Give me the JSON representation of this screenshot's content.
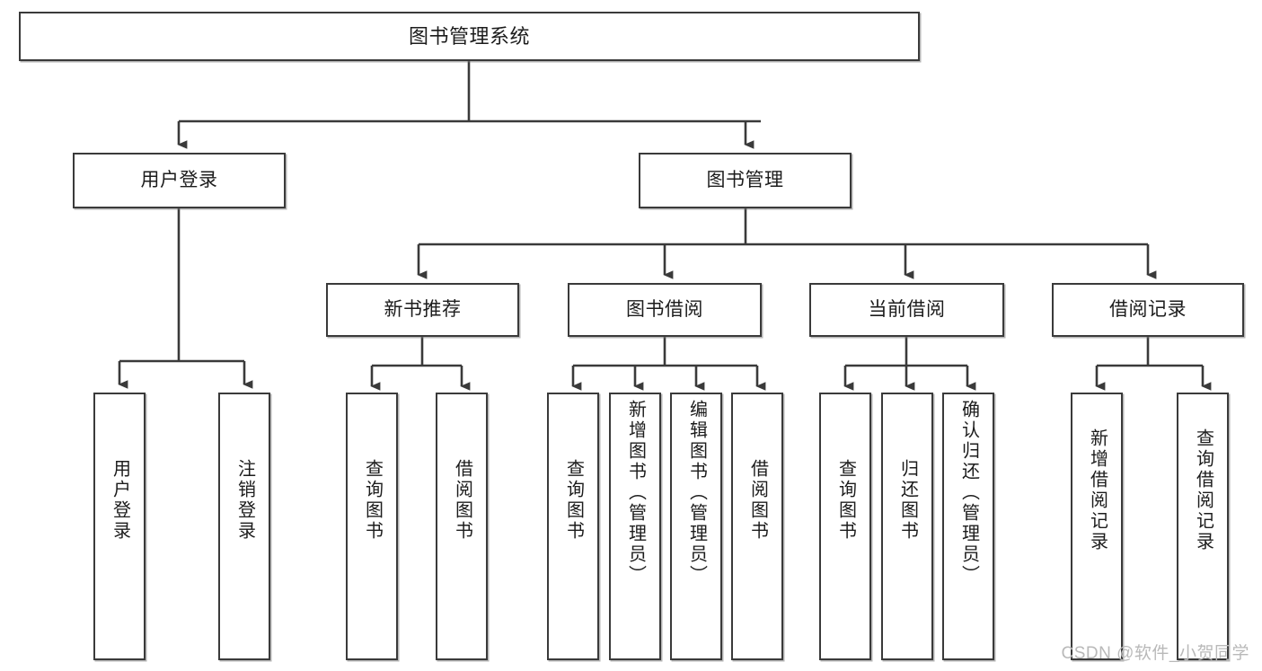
{
  "diagram": {
    "title": "图书管理系统",
    "type": "功能结构图",
    "watermark": "CSDN @软件_小贺同学",
    "colors": {
      "box_border": "#3a3a3a",
      "box_fill": "#ffffff",
      "connector": "#3a3a3a",
      "text": "#1c1c1c",
      "watermark": "#b9b9b9",
      "background": "#ffffff"
    }
  },
  "root": {
    "label": "图书管理系统"
  },
  "level1": [
    {
      "id": "user-login",
      "label": "用户登录"
    },
    {
      "id": "book-manage",
      "label": "图书管理"
    }
  ],
  "level2": [
    {
      "id": "new-book-recommend",
      "label": "新书推荐",
      "parent": "book-manage"
    },
    {
      "id": "book-borrow",
      "label": "图书借阅",
      "parent": "book-manage"
    },
    {
      "id": "current-borrow",
      "label": "当前借阅",
      "parent": "book-manage"
    },
    {
      "id": "borrow-record",
      "label": "借阅记录",
      "parent": "book-manage"
    }
  ],
  "leaves": {
    "user-login": [
      {
        "id": "leaf-user-login",
        "label": "用户登录"
      },
      {
        "id": "leaf-logout",
        "label": "注销登录"
      }
    ],
    "new-book-recommend": [
      {
        "id": "leaf-query-book-1",
        "label": "查询图书"
      },
      {
        "id": "leaf-borrow-book-1",
        "label": "借阅图书"
      }
    ],
    "book-borrow": [
      {
        "id": "leaf-query-book-2",
        "label": "查询图书"
      },
      {
        "id": "leaf-add-book",
        "label": "新增图书（管理员）"
      },
      {
        "id": "leaf-edit-book",
        "label": "编辑图书（管理员）"
      },
      {
        "id": "leaf-borrow-book-2",
        "label": "借阅图书"
      }
    ],
    "current-borrow": [
      {
        "id": "leaf-query-book-3",
        "label": "查询图书"
      },
      {
        "id": "leaf-return-book",
        "label": "归还图书"
      },
      {
        "id": "leaf-confirm-return",
        "label": "确认归还（管理员）"
      }
    ],
    "borrow-record": [
      {
        "id": "leaf-add-record",
        "label": "新增借阅记录"
      },
      {
        "id": "leaf-query-record",
        "label": "查询借阅记录"
      }
    ]
  },
  "chart_data": {
    "type": "tree",
    "title": "图书管理系统",
    "nodes": [
      {
        "id": "root",
        "label": "图书管理系统",
        "level": 0,
        "parent": null
      },
      {
        "id": "user-login",
        "label": "用户登录",
        "level": 1,
        "parent": "root"
      },
      {
        "id": "book-manage",
        "label": "图书管理",
        "level": 1,
        "parent": "root"
      },
      {
        "id": "leaf-user-login",
        "label": "用户登录",
        "level": 2,
        "parent": "user-login"
      },
      {
        "id": "leaf-logout",
        "label": "注销登录",
        "level": 2,
        "parent": "user-login"
      },
      {
        "id": "new-book-recommend",
        "label": "新书推荐",
        "level": 2,
        "parent": "book-manage"
      },
      {
        "id": "book-borrow",
        "label": "图书借阅",
        "level": 2,
        "parent": "book-manage"
      },
      {
        "id": "current-borrow",
        "label": "当前借阅",
        "level": 2,
        "parent": "book-manage"
      },
      {
        "id": "borrow-record",
        "label": "借阅记录",
        "level": 2,
        "parent": "book-manage"
      },
      {
        "id": "leaf-query-book-1",
        "label": "查询图书",
        "level": 3,
        "parent": "new-book-recommend"
      },
      {
        "id": "leaf-borrow-book-1",
        "label": "借阅图书",
        "level": 3,
        "parent": "new-book-recommend"
      },
      {
        "id": "leaf-query-book-2",
        "label": "查询图书",
        "level": 3,
        "parent": "book-borrow"
      },
      {
        "id": "leaf-add-book",
        "label": "新增图书（管理员）",
        "level": 3,
        "parent": "book-borrow"
      },
      {
        "id": "leaf-edit-book",
        "label": "编辑图书（管理员）",
        "level": 3,
        "parent": "book-borrow"
      },
      {
        "id": "leaf-borrow-book-2",
        "label": "借阅图书",
        "level": 3,
        "parent": "book-borrow"
      },
      {
        "id": "leaf-query-book-3",
        "label": "查询图书",
        "level": 3,
        "parent": "current-borrow"
      },
      {
        "id": "leaf-return-book",
        "label": "归还图书",
        "level": 3,
        "parent": "current-borrow"
      },
      {
        "id": "leaf-confirm-return",
        "label": "确认归还（管理员）",
        "level": 3,
        "parent": "current-borrow"
      },
      {
        "id": "leaf-add-record",
        "label": "新增借阅记录",
        "level": 3,
        "parent": "borrow-record"
      },
      {
        "id": "leaf-query-record",
        "label": "查询借阅记录",
        "level": 3,
        "parent": "borrow-record"
      }
    ],
    "edge_style": "orthogonal-arrow",
    "orientation": "top-down"
  }
}
